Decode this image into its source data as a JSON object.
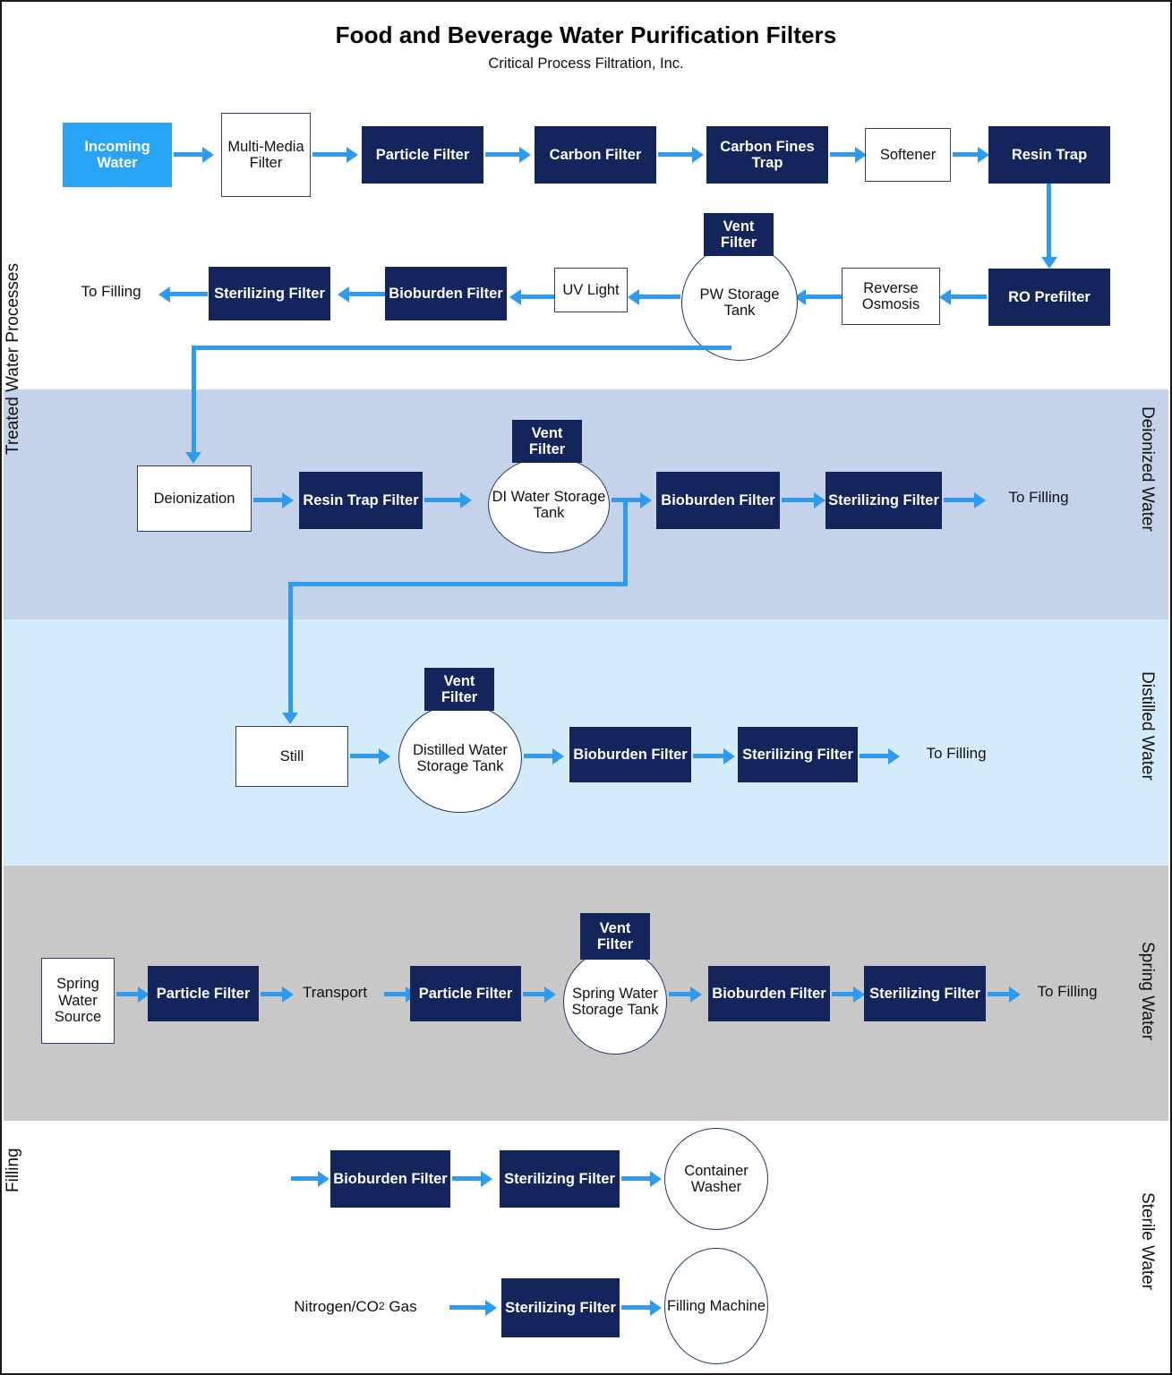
{
  "header": {
    "title": "Food and Beverage Water Purification Filters",
    "subtitle": "Critical Process Filtration, Inc."
  },
  "colors": {
    "navy": "#14255c",
    "cyan_source": "#29a3f5",
    "arrow": "#2e9bf0",
    "band_deionized": "#c5d3ea",
    "band_distilled": "#d4ebfa",
    "band_spring": "#c8c8c8",
    "page_background": "#ffffff"
  },
  "lane_labels": {
    "left_treated": "Treated Water Processes",
    "left_filling": "Filling",
    "right_deionized": "Deionized Water",
    "right_distilled": "Distilled Water",
    "right_spring": "Spring Water",
    "right_sterile": "Sterile Water"
  },
  "rows": {
    "incoming": {
      "nodes": [
        {
          "label": "Incoming Water",
          "style": "cyan"
        },
        {
          "label": "Multi-Media Filter",
          "style": "white"
        },
        {
          "label": "Particle Filter",
          "style": "navy"
        },
        {
          "label": "Carbon Filter",
          "style": "navy"
        },
        {
          "label": "Carbon Fines Trap",
          "style": "navy"
        },
        {
          "label": "Softener",
          "style": "white"
        },
        {
          "label": "Resin Trap",
          "style": "navy"
        }
      ]
    },
    "purified": {
      "nodes": [
        {
          "label": "To Filling",
          "style": "plain"
        },
        {
          "label": "Sterilizing Filter",
          "style": "navy"
        },
        {
          "label": "Bioburden Filter",
          "style": "navy"
        },
        {
          "label": "UV Light",
          "style": "white"
        },
        {
          "label": "PW Storage Tank",
          "style": "circle",
          "vent": "Vent Filter"
        },
        {
          "label": "Reverse Osmosis",
          "style": "white"
        },
        {
          "label": "RO Prefilter",
          "style": "navy"
        }
      ]
    },
    "deionized": {
      "nodes": [
        {
          "label": "Deionization",
          "style": "white"
        },
        {
          "label": "Resin Trap Filter",
          "style": "navy"
        },
        {
          "label": "DI Water Storage Tank",
          "style": "circle",
          "vent": "Vent Filter"
        },
        {
          "label": "Bioburden Filter",
          "style": "navy"
        },
        {
          "label": "Sterilizing Filter",
          "style": "navy"
        },
        {
          "label": "To Filling",
          "style": "plain"
        }
      ]
    },
    "distilled": {
      "nodes": [
        {
          "label": "Still",
          "style": "white"
        },
        {
          "label": "Distilled Water Storage Tank",
          "style": "circle",
          "vent": "Vent Filter"
        },
        {
          "label": "Bioburden Filter",
          "style": "navy"
        },
        {
          "label": "Sterilizing Filter",
          "style": "navy"
        },
        {
          "label": "To Filling",
          "style": "plain"
        }
      ]
    },
    "spring": {
      "nodes": [
        {
          "label": "Spring Water Source",
          "style": "white"
        },
        {
          "label": "Particle Filter",
          "style": "navy"
        },
        {
          "label": "Transport",
          "style": "plain"
        },
        {
          "label": "Particle Filter",
          "style": "navy"
        },
        {
          "label": "Spring Water Storage Tank",
          "style": "circle",
          "vent": "Vent Filter"
        },
        {
          "label": "Bioburden Filter",
          "style": "navy"
        },
        {
          "label": "Sterilizing Filter",
          "style": "navy"
        },
        {
          "label": "To Filling",
          "style": "plain"
        }
      ]
    },
    "filling_water": {
      "nodes": [
        {
          "label": "Bioburden Filter",
          "style": "navy"
        },
        {
          "label": "Sterilizing Filter",
          "style": "navy"
        },
        {
          "label": "Container Washer",
          "style": "circle"
        }
      ]
    },
    "filling_gas": {
      "nodes": [
        {
          "label": "Nitrogen/CO2 Gas",
          "style": "plain"
        },
        {
          "label": "Sterilizing Filter",
          "style": "navy"
        },
        {
          "label": "Filling Machine",
          "style": "circle"
        }
      ]
    }
  }
}
